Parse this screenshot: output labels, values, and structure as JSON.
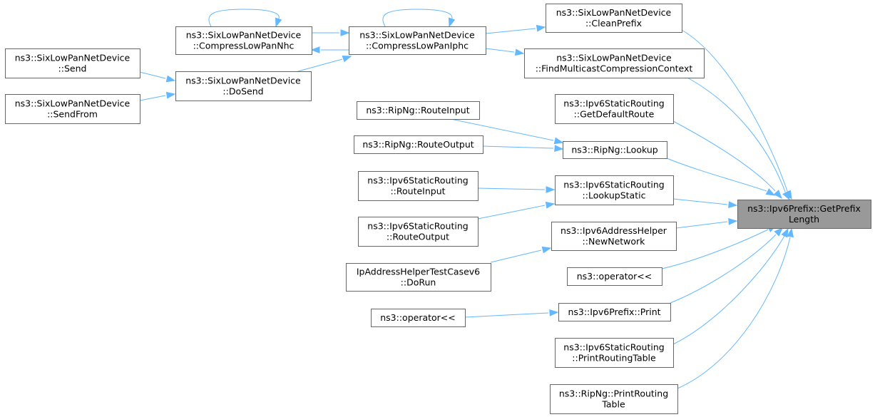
{
  "diagram": {
    "type": "call-graph",
    "colors": {
      "edge": "#63b8ff",
      "node_border": "#666666",
      "node_fill": "#ffffff",
      "focus_fill": "#999999",
      "text": "#000000"
    },
    "nodes": [
      {
        "id": "n0",
        "lines": [
          "ns3::Ipv6Prefix::GetPrefix",
          "Length"
        ],
        "focus": true
      },
      {
        "id": "n1",
        "lines": [
          "ns3::SixLowPanNetDevice",
          "::CleanPrefix"
        ]
      },
      {
        "id": "n2",
        "lines": [
          "ns3::SixLowPanNetDevice",
          "::CompressLowPanIphc"
        ]
      },
      {
        "id": "n3",
        "lines": [
          "ns3::SixLowPanNetDevice",
          "::CompressLowPanNhc"
        ]
      },
      {
        "id": "n4",
        "lines": [
          "ns3::SixLowPanNetDevice",
          "::DoSend"
        ]
      },
      {
        "id": "n5",
        "lines": [
          "ns3::SixLowPanNetDevice",
          "::Send"
        ]
      },
      {
        "id": "n6",
        "lines": [
          "ns3::SixLowPanNetDevice",
          "::SendFrom"
        ]
      },
      {
        "id": "n7",
        "lines": [
          "ns3::SixLowPanNetDevice",
          "::FindMulticastCompressionContext"
        ]
      },
      {
        "id": "n8",
        "lines": [
          "ns3::Ipv6StaticRouting",
          "::GetDefaultRoute"
        ]
      },
      {
        "id": "n9",
        "lines": [
          "ns3::RipNg::Lookup"
        ]
      },
      {
        "id": "n10",
        "lines": [
          "ns3::RipNg::RouteInput"
        ]
      },
      {
        "id": "n11",
        "lines": [
          "ns3::RipNg::RouteOutput"
        ]
      },
      {
        "id": "n12",
        "lines": [
          "ns3::Ipv6StaticRouting",
          "::LookupStatic"
        ]
      },
      {
        "id": "n13",
        "lines": [
          "ns3::Ipv6StaticRouting",
          "::RouteInput"
        ]
      },
      {
        "id": "n14",
        "lines": [
          "ns3::Ipv6StaticRouting",
          "::RouteOutput"
        ]
      },
      {
        "id": "n15",
        "lines": [
          "ns3::Ipv6AddressHelper",
          "::NewNetwork"
        ]
      },
      {
        "id": "n16",
        "lines": [
          "IpAddressHelperTestCasev6",
          "::DoRun"
        ]
      },
      {
        "id": "n17",
        "lines": [
          "ns3::operator<<"
        ]
      },
      {
        "id": "n18",
        "lines": [
          "ns3::Ipv6Prefix::Print"
        ]
      },
      {
        "id": "n19",
        "lines": [
          "ns3::operator<<"
        ]
      },
      {
        "id": "n20",
        "lines": [
          "ns3::Ipv6StaticRouting",
          "::PrintRoutingTable"
        ]
      },
      {
        "id": "n21",
        "lines": [
          "ns3::RipNg::PrintRouting",
          "Table"
        ]
      }
    ],
    "edges": [
      {
        "from": "n1",
        "to": "n0"
      },
      {
        "from": "n2",
        "to": "n1"
      },
      {
        "from": "n2",
        "to": "n2"
      },
      {
        "from": "n2",
        "to": "n3"
      },
      {
        "from": "n3",
        "to": "n2"
      },
      {
        "from": "n3",
        "to": "n3"
      },
      {
        "from": "n4",
        "to": "n2"
      },
      {
        "from": "n5",
        "to": "n4"
      },
      {
        "from": "n6",
        "to": "n4"
      },
      {
        "from": "n2",
        "to": "n7"
      },
      {
        "from": "n7",
        "to": "n0"
      },
      {
        "from": "n8",
        "to": "n0"
      },
      {
        "from": "n9",
        "to": "n0"
      },
      {
        "from": "n10",
        "to": "n9"
      },
      {
        "from": "n11",
        "to": "n9"
      },
      {
        "from": "n12",
        "to": "n0"
      },
      {
        "from": "n13",
        "to": "n12"
      },
      {
        "from": "n14",
        "to": "n12"
      },
      {
        "from": "n15",
        "to": "n0"
      },
      {
        "from": "n16",
        "to": "n15"
      },
      {
        "from": "n17",
        "to": "n0"
      },
      {
        "from": "n18",
        "to": "n0"
      },
      {
        "from": "n19",
        "to": "n18"
      },
      {
        "from": "n20",
        "to": "n0"
      },
      {
        "from": "n21",
        "to": "n0"
      }
    ]
  }
}
